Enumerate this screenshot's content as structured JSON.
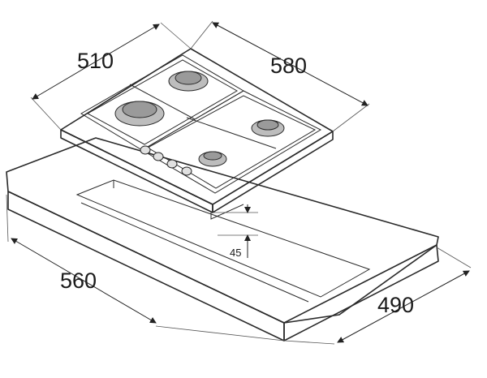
{
  "dimensions": {
    "hob_width": "580",
    "hob_depth": "510",
    "cutout_width": "560",
    "cutout_depth": "490",
    "cutout_height": "45"
  },
  "colors": {
    "line": "#2a2a2a",
    "hob_top": "#ececec",
    "hob_side": "#d8d8d8",
    "worktop_top": "#f4f4f4",
    "worktop_side": "#dcdcdc",
    "burner": "#bdbdbd",
    "burner_cap": "#9a9a9a"
  },
  "components": {
    "burners": [
      "burner-rear-left",
      "burner-rear-right",
      "burner-front-left",
      "burner-front-right"
    ],
    "knobs": 4,
    "icons": [
      "dimension-arrow",
      "burner-icon",
      "control-knob-icon"
    ]
  }
}
